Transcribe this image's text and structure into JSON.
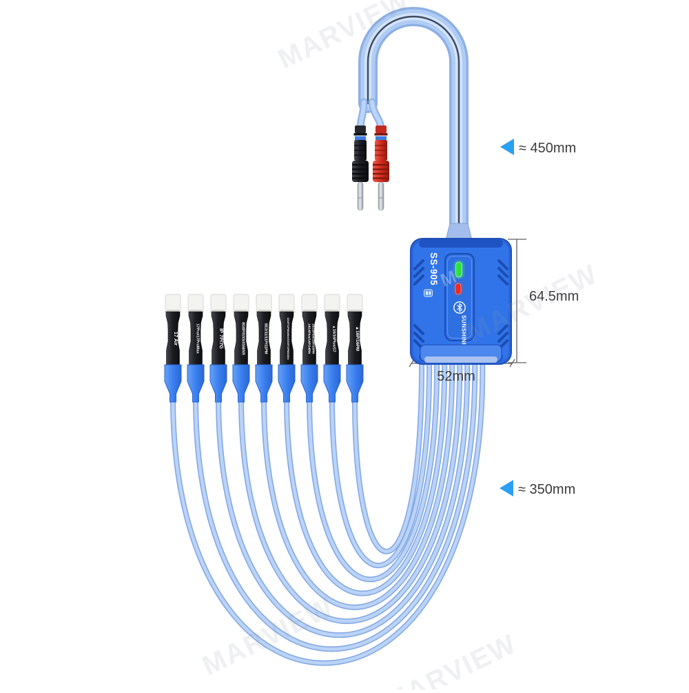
{
  "device": {
    "model": "SS-905",
    "brand": "SUNSHINE",
    "bluetooth_icon": "bluetooth",
    "indicators": [
      {
        "name": "power-led",
        "color": "#2fe03e"
      },
      {
        "name": "status-led",
        "color": "#ec2b21"
      }
    ]
  },
  "annotations": {
    "top_cable_length": "≈ 450mm",
    "device_height": "64.5mm",
    "device_width": "52mm",
    "bottom_cable_length": "≈ 350mm"
  },
  "connectors": [
    {
      "label": "17 Air"
    },
    {
      "label": "17Pro/17ProMax"
    },
    {
      "label": "IP 7P/7G"
    },
    {
      "label": "8G/8P/X/XS/XSM/XR"
    },
    {
      "label": "SE2/11/11P/11PM"
    },
    {
      "label": "12/12P/12PM/12Mini/13/13P/13PM/13Mini"
    },
    {
      "label": "14/14Plus/14P/14PM",
      "label_line2": "15/15Plus/15P/15PM"
    },
    {
      "label": "▲16/16Plus/17"
    },
    {
      "label": "▲16P/16PM"
    }
  ],
  "probes": [
    {
      "name": "black-probe",
      "color": "#1b1c20"
    },
    {
      "name": "red-probe",
      "color": "#d02c1f"
    }
  ],
  "watermark_text": "MARVIEW",
  "colors": {
    "cable": "#aecbf4",
    "device_body": "#3174e9",
    "arrow_accent": "#2b9ff2",
    "connector_sleeve": "#3b80ef"
  }
}
